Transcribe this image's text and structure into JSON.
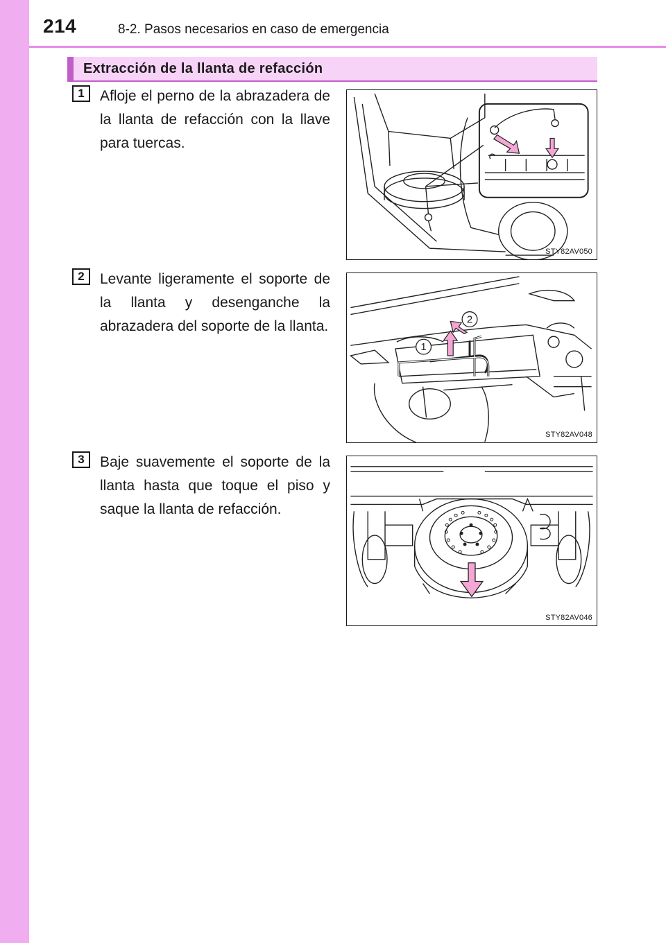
{
  "header": {
    "page_number": "214",
    "chapter": "8-2. Pasos necesarios en caso de emergencia"
  },
  "section": {
    "title": "Extracción de la llanta de refacción"
  },
  "steps": [
    {
      "number": "1",
      "text": "Afloje el perno de la abrazadera de la llanta de refacción con la llave para tuercas.",
      "figure_code": "STY82AV050"
    },
    {
      "number": "2",
      "text": "Levante ligeramente el soporte de la llanta y desenganche la abrazadera del soporte de la llanta.",
      "figure_code": "STY82AV048",
      "callouts": [
        "1",
        "2"
      ]
    },
    {
      "number": "3",
      "text": "Baje suavemente el soporte de la llanta hasta que toque el piso y saque la llanta de refacción.",
      "figure_code": "STY82AV046"
    }
  ],
  "colors": {
    "side_strip": "#f0aef0",
    "header_rule": "#e78be7",
    "section_fill": "#f8d3f8",
    "section_accent": "#c25ec9",
    "arrow": "#f4a6d4"
  }
}
